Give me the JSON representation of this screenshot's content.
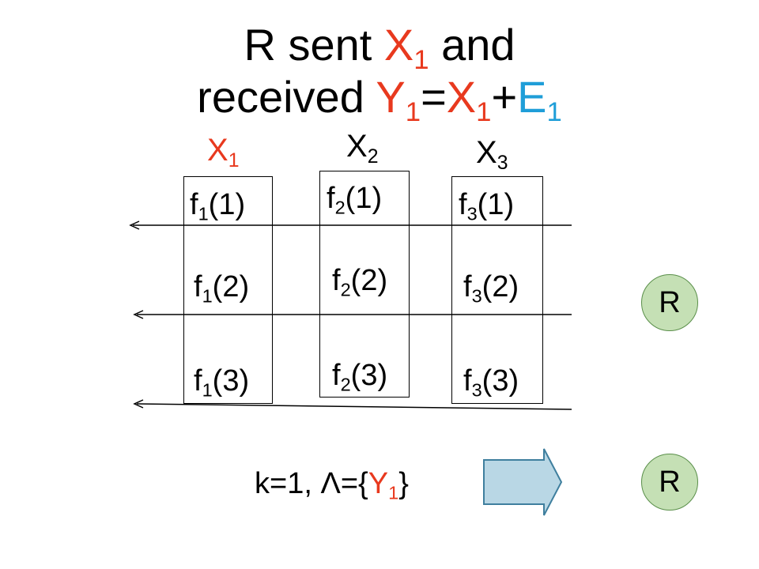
{
  "title": {
    "line1": {
      "prefix": "R sent ",
      "var": "X",
      "sub": "1",
      "suffix": " and"
    },
    "line2": {
      "prefix": "received ",
      "y": "Y",
      "y_sub": "1",
      "eq": "=",
      "x": "X",
      "x_sub": "1",
      "plus": "+",
      "e": "E",
      "e_sub": "1"
    }
  },
  "columns": [
    {
      "label": "X",
      "label_sub": "1",
      "label_color": "#e8391e",
      "entries": [
        {
          "fn": "f",
          "sub": "1",
          "arg": "(1)"
        },
        {
          "fn": "f",
          "sub": "1",
          "arg": "(2)"
        },
        {
          "fn": "f",
          "sub": "1",
          "arg": "(3)"
        }
      ]
    },
    {
      "label": "X",
      "label_sub": "2",
      "label_color": "#000000",
      "entries": [
        {
          "fn": "f",
          "sub": "2",
          "arg": "(1)"
        },
        {
          "fn": "f",
          "sub": "2",
          "arg": "(2)"
        },
        {
          "fn": "f",
          "sub": "2",
          "arg": "(3)"
        }
      ]
    },
    {
      "label": "X",
      "label_sub": "3",
      "label_color": "#000000",
      "entries": [
        {
          "fn": "f",
          "sub": "3",
          "arg": "(1)"
        },
        {
          "fn": "f",
          "sub": "3",
          "arg": "(2)"
        },
        {
          "fn": "f",
          "sub": "3",
          "arg": "(3)"
        }
      ]
    }
  ],
  "receiver_label": "R",
  "bottom": {
    "prefix": "k=1, Λ={",
    "y": "Y",
    "y_sub": "1",
    "suffix": "}"
  },
  "result_label": "R",
  "colors": {
    "red": "#e8391e",
    "blue": "#1f9ed8",
    "circle_fill": "#c5e0b5",
    "arrow_fill": "#b9d7e5"
  }
}
